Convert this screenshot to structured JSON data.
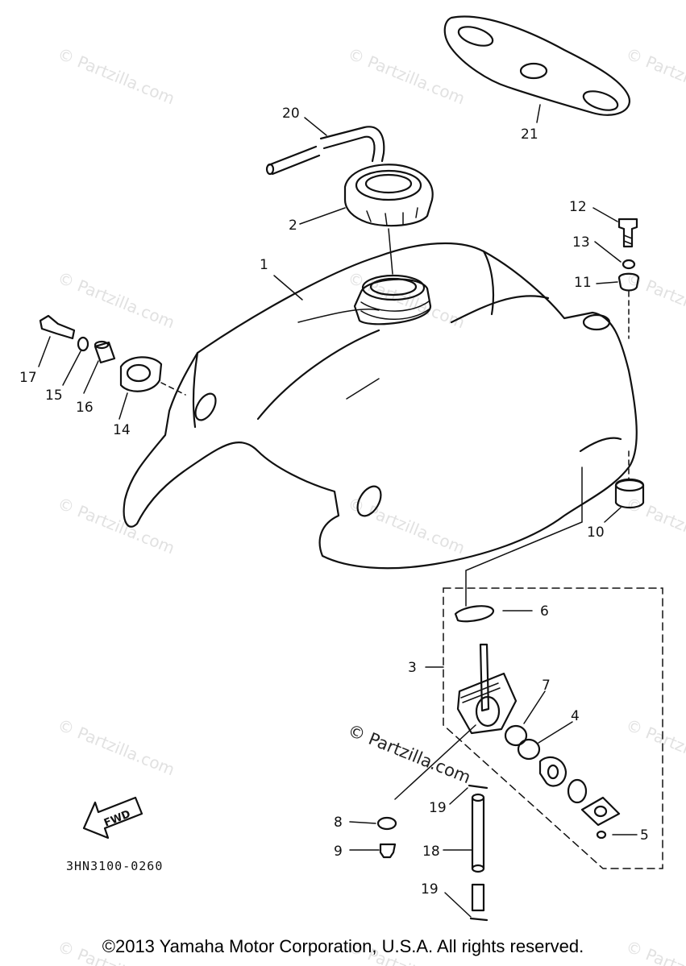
{
  "watermark_text": "© Partzilla.com",
  "center_watermark_text": "© Partzilla.com",
  "fwd_label": "FWD",
  "drawing_number": "3HN3100-0260",
  "copyright": "©2013  Yamaha Motor Corporation, U.S.A. All rights reserved.",
  "callouts": {
    "c1": "1",
    "c2": "2",
    "c3": "3",
    "c4": "4",
    "c5": "5",
    "c6": "6",
    "c7": "7",
    "c8": "8",
    "c9": "9",
    "c10": "10",
    "c11": "11",
    "c12": "12",
    "c13": "13",
    "c14": "14",
    "c15": "15",
    "c16": "16",
    "c17": "17",
    "c18": "18",
    "c19a": "19",
    "c19b": "19",
    "c20": "20",
    "c21": "21"
  }
}
